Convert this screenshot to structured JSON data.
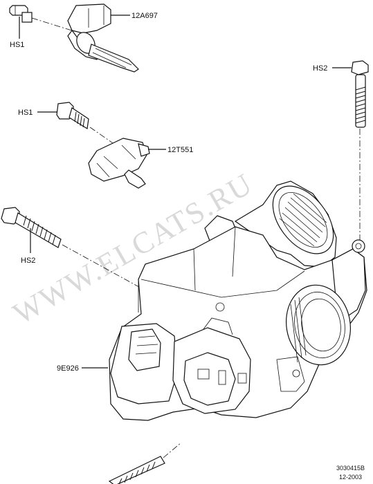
{
  "watermark": "WWW.ELCATS.RU",
  "labels": {
    "hs1_top": "HS1",
    "part_12a697": "12A697",
    "hs2_right": "HS2",
    "hs1_mid": "HS1",
    "part_12t551": "12T551",
    "hs2_left": "HS2",
    "part_9e926": "9E926"
  },
  "footer": {
    "drawing_number": "3030415B",
    "date": "12-2003"
  }
}
